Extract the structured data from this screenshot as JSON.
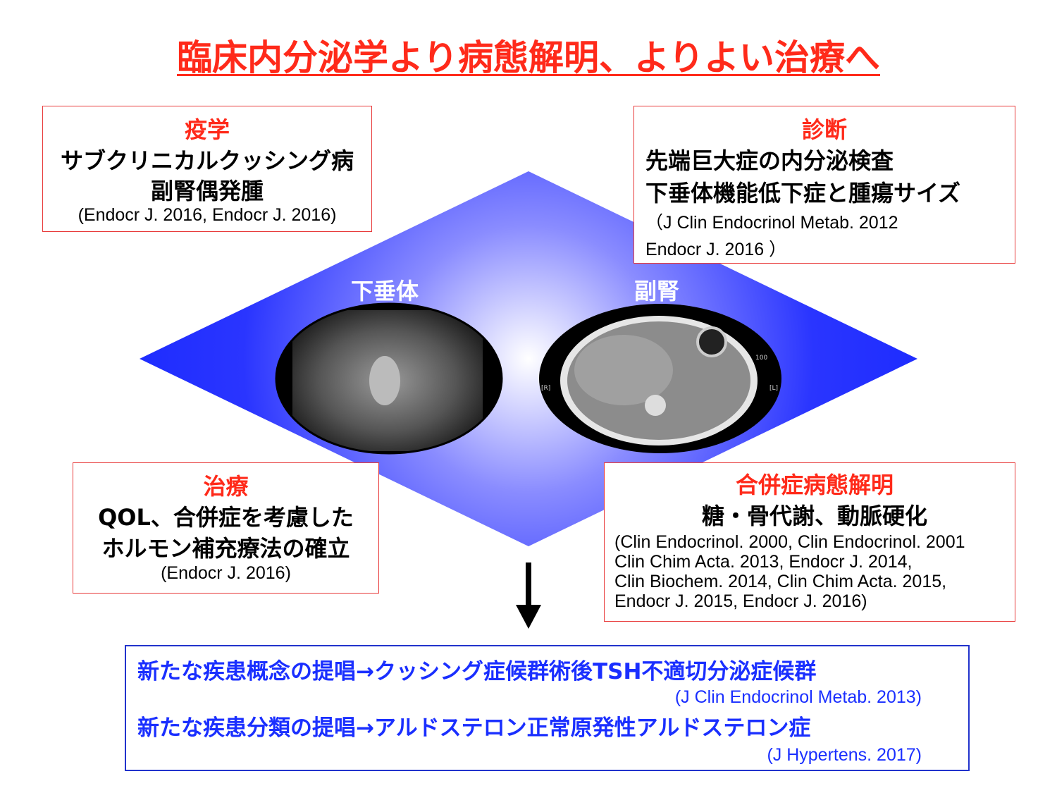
{
  "title": "臨床内分泌学より病態解明、よりよい治療へ",
  "diagram": {
    "left_organ": "下垂体",
    "right_organ": "副腎",
    "left_image": "pituitary-mri-image",
    "right_image": "adrenal-ct-image",
    "ct_labels": {
      "right_marker": "[R]",
      "left_marker": "[L]",
      "scale": "100"
    },
    "colors": {
      "diamond": "#1f2dff",
      "heading": "#ff2a1a",
      "bottom_text": "#1a2fff"
    }
  },
  "boxes": {
    "epidemiology": {
      "heading": "疫学",
      "lines": [
        "サブクリニカルクッシング病",
        "副腎偶発腫"
      ],
      "ref": "(Endocr J. 2016, Endocr J. 2016)"
    },
    "diagnosis": {
      "heading": "診断",
      "lines": [
        "先端巨大症の内分泌検査",
        "下垂体機能低下症と腫瘍サイズ"
      ],
      "refs": [
        "（J Clin Endocrinol Metab. 2012",
        "Endocr J. 2016 ）"
      ]
    },
    "treatment": {
      "heading": "治療",
      "lines": [
        "QOL、合併症を考慮した",
        "ホルモン補充療法の確立"
      ],
      "ref": "(Endocr J. 2016)"
    },
    "complications": {
      "heading": "合併症病態解明",
      "lines": [
        "糖・骨代謝、動脈硬化"
      ],
      "refs": [
        "(Clin Endocrinol. 2000, Clin Endocrinol. 2001",
        "Clin Chim Acta. 2013, Endocr J. 2014,",
        "Clin Biochem. 2014, Clin Chim Acta. 2015,",
        "Endocr J. 2015, Endocr J. 2016)"
      ]
    }
  },
  "conclusion": {
    "line1": "新たな疾患概念の提唱→クッシング症候群術後TSH不適切分泌症候群",
    "ref1": "(J Clin Endocrinol Metab. 2013)",
    "line2": "新たな疾患分類の提唱→アルドステロン正常原発性アルドステロン症",
    "ref2": "(J Hypertens. 2017)"
  }
}
